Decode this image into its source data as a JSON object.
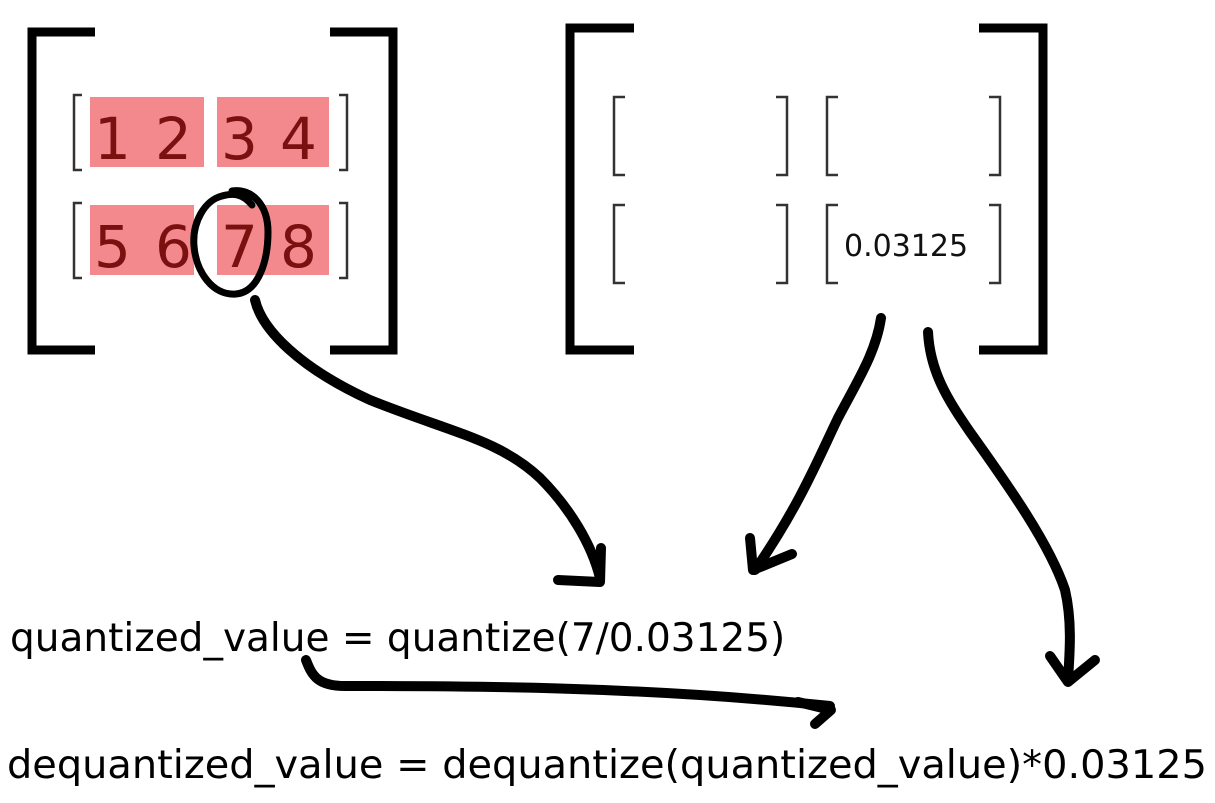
{
  "left_matrix": {
    "rows": [
      {
        "groups": [
          {
            "values": [
              "1",
              "2"
            ],
            "highlighted": true
          },
          {
            "values": [
              "3",
              "4"
            ],
            "highlighted": true
          }
        ]
      },
      {
        "groups": [
          {
            "values": [
              "5",
              "6"
            ],
            "highlighted": true
          },
          {
            "values": [
              "7",
              "8"
            ],
            "highlighted": true
          }
        ]
      }
    ],
    "circled_value": "7",
    "highlight_color": "#f4898d",
    "digit_color": "#7a1010"
  },
  "right_matrix": {
    "scale_value": "0.03125",
    "cells": [
      "",
      "",
      "",
      "0.03125"
    ]
  },
  "formulas": {
    "quantize": "quantized_value = quantize(7/0.03125)",
    "dequantize": "dequantized_value = dequantize(quantized_value)*0.03125"
  }
}
